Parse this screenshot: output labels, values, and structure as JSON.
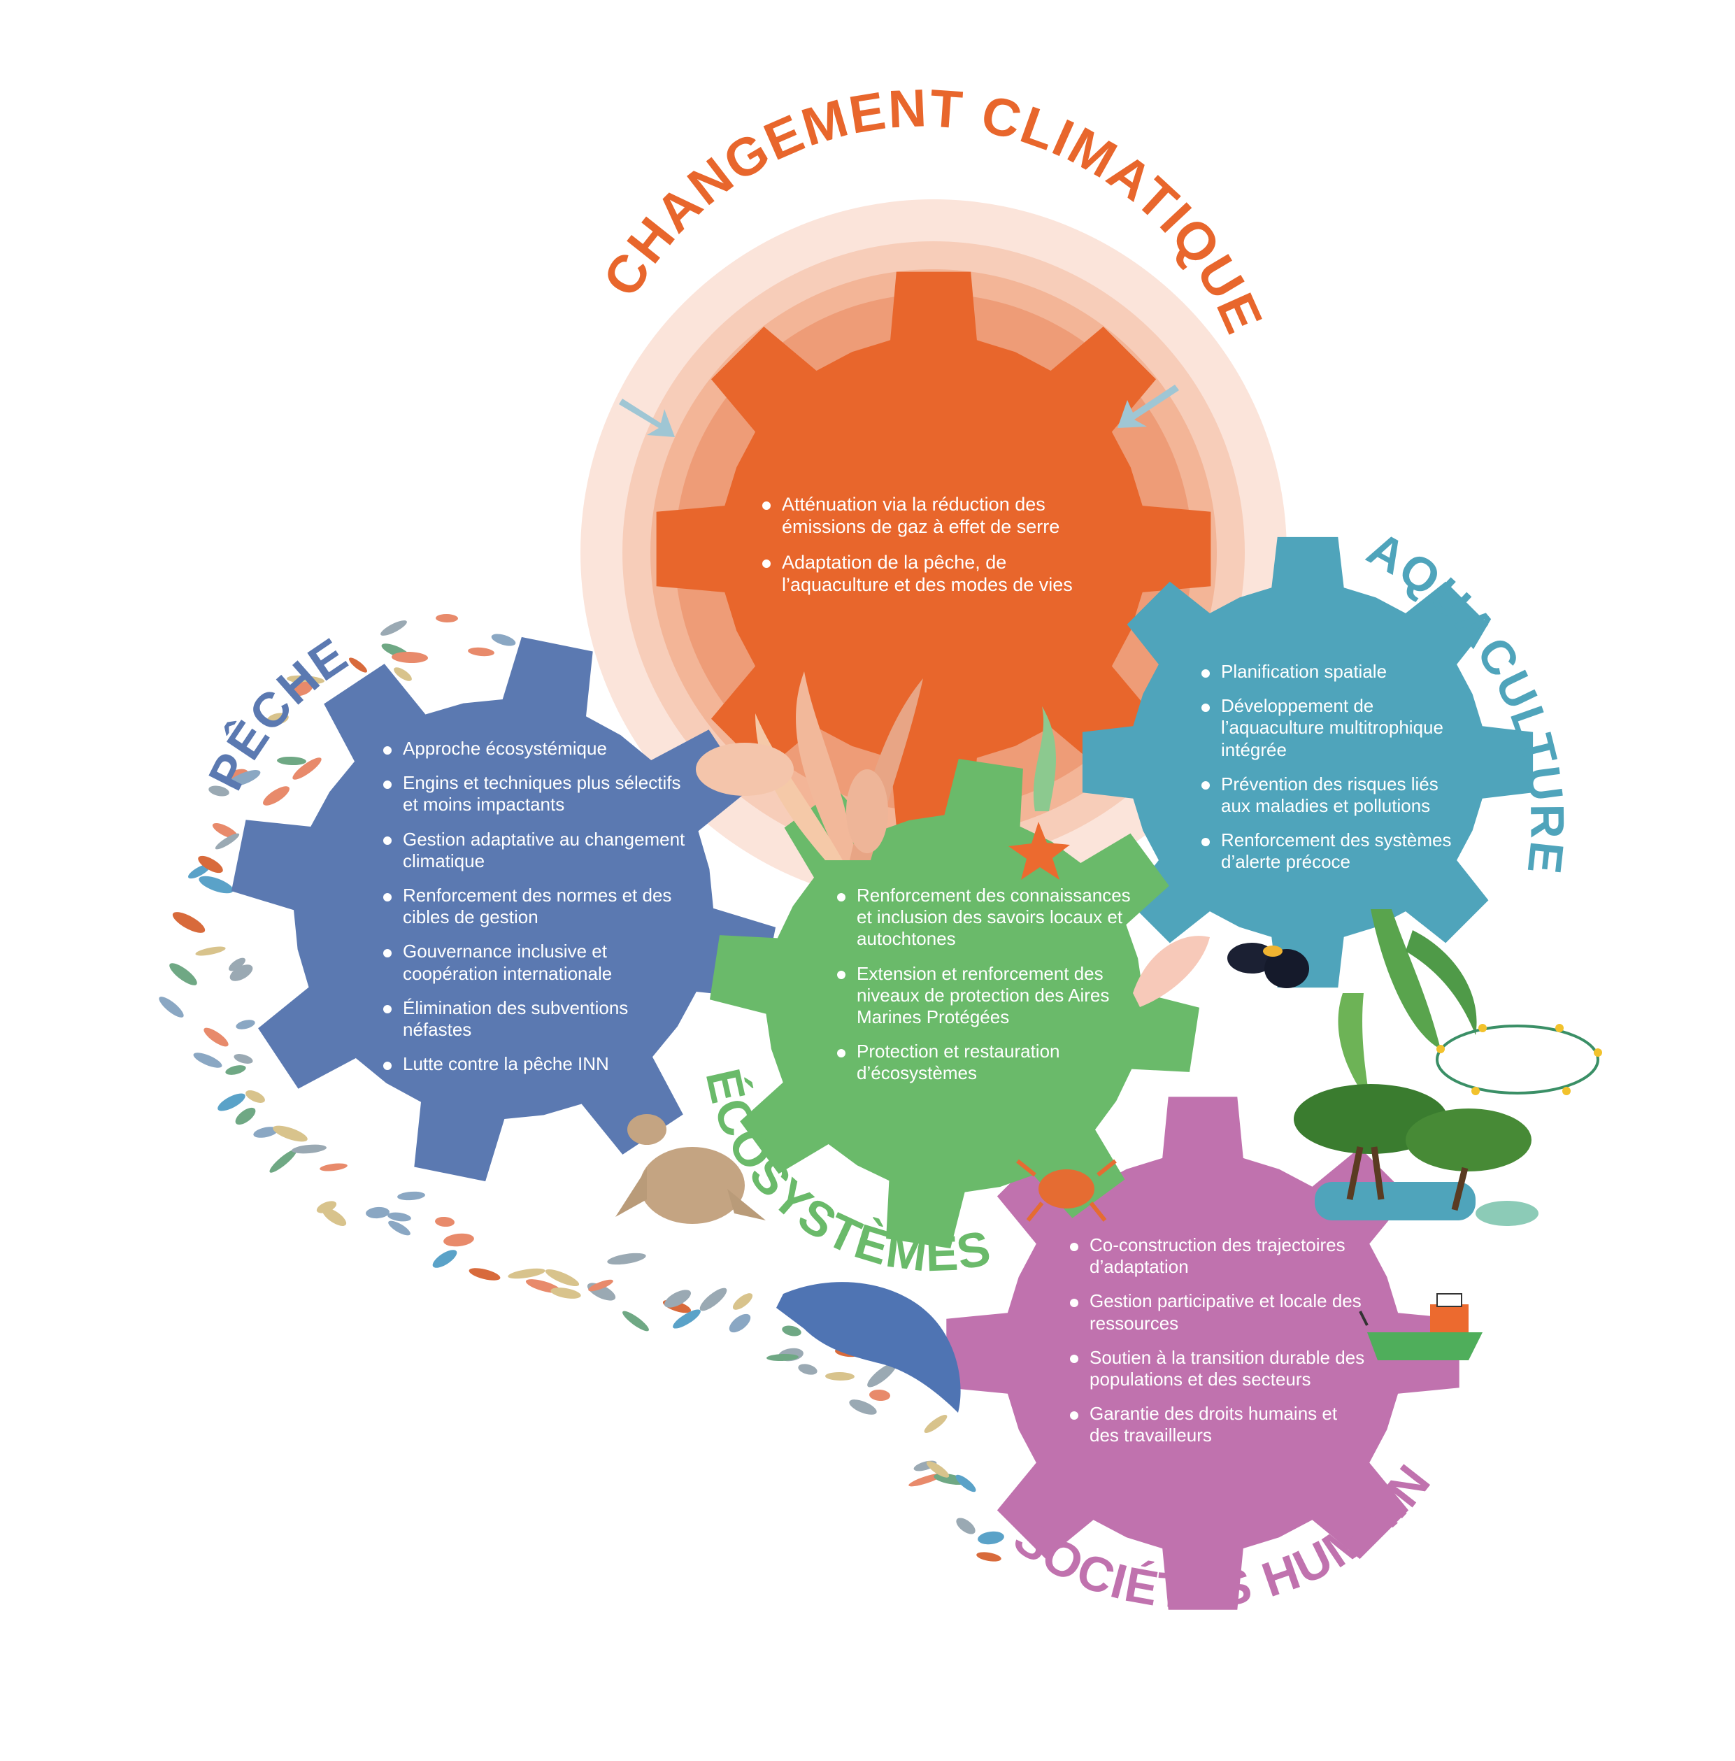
{
  "colors": {
    "changement": "#e8662c",
    "peche": "#5b79b1",
    "aquaculture": "#4fa4bb",
    "ecosystemes": "#6aba6a",
    "societes": "#c072ae"
  },
  "titles": {
    "changement": "CHANGEMENT CLIMATIQUE",
    "peche": "PÊCHE",
    "aquaculture": "AQUACULTURE",
    "ecosystemes": "ÉCOSYSTÈMES",
    "societes": "SOCIÉTÉS HUMAINES"
  },
  "changement": {
    "items": [
      "Atténuation via la réduction des émissions de gaz à effet de serre",
      "Adaptation de la pêche, de l’aquaculture et des modes de vies"
    ]
  },
  "peche": {
    "items": [
      "Approche écosystémique",
      "Engins et techniques plus sélectifs et moins impactants",
      "Gestion adaptative au changement climatique",
      "Renforcement des normes et des cibles de gestion",
      "Gouvernance inclusive et coopération internationale",
      "Élimination des subventions néfastes",
      "Lutte contre la pêche INN"
    ]
  },
  "aquaculture": {
    "items": [
      "Planification spatiale",
      "Développement de l’aquaculture multitrophique intégrée",
      "Prévention des risques liés aux maladies et pollutions",
      "Renforcement des systèmes d’alerte précoce"
    ]
  },
  "ecosystemes": {
    "items": [
      "Renforcement des connaissances et inclusion des savoirs locaux et autochtones",
      "Extension et renforcement des niveaux de protection des Aires Marines Protégées",
      "Protection et restauration d’écosystèmes"
    ]
  },
  "societes": {
    "items": [
      "Co-construction des trajectoires d’adaptation",
      "Gestion participative et locale des ressources",
      "Soutien à la transition durable des populations et des secteurs",
      "Garantie des droits humains et des travailleurs"
    ]
  },
  "illustrations": [
    "fish-school",
    "sea-turtle",
    "dolphin",
    "starfish",
    "coral",
    "seaweed",
    "mussels",
    "crab",
    "shrimp",
    "mangrove-trees",
    "fishing-boat",
    "fish-cage"
  ]
}
